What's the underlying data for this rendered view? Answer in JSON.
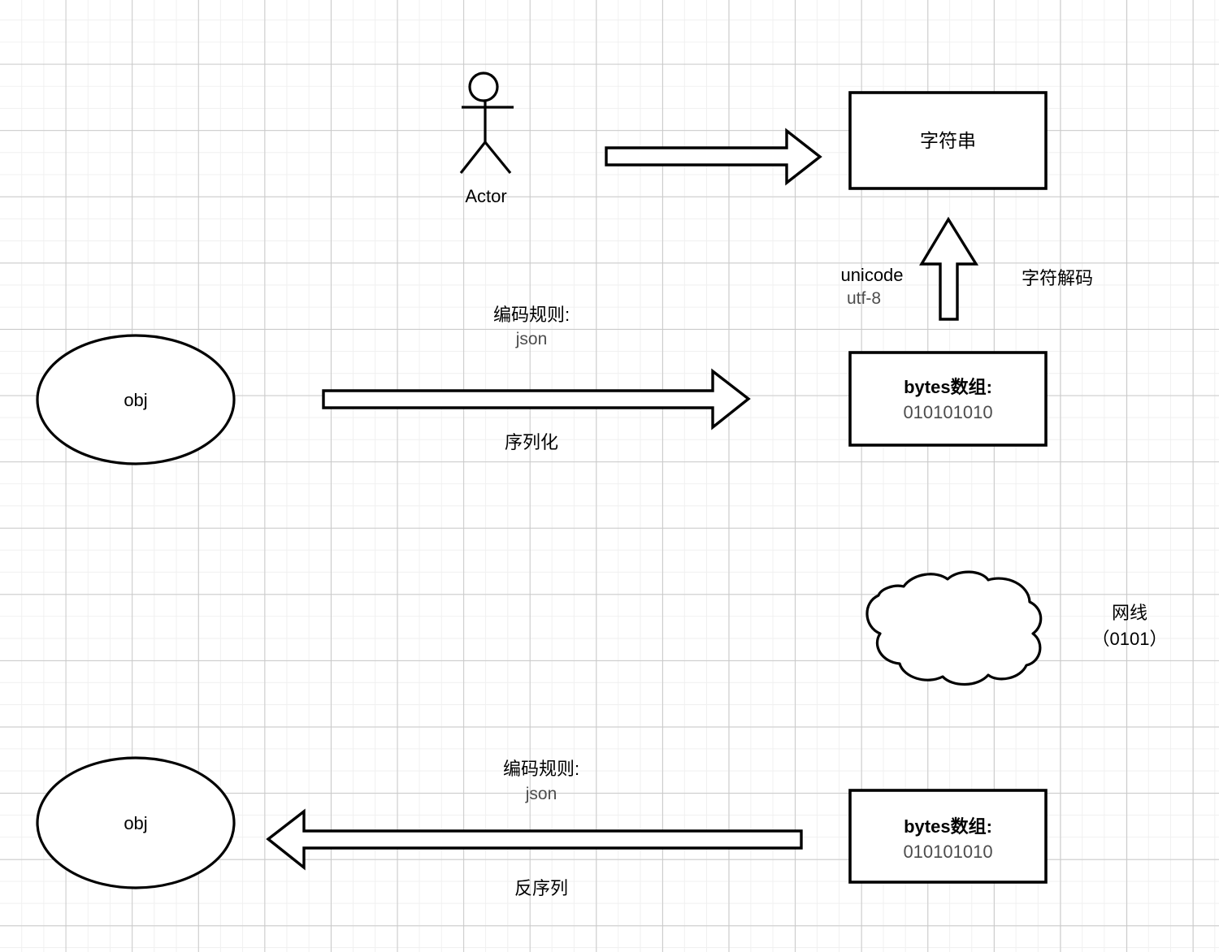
{
  "diagram": {
    "title": "serialization-and-encoding-flow",
    "background": {
      "grid_minor_color": "#f0f0f0",
      "grid_major_color": "#c9c9c9",
      "page_color": "#ffffff"
    },
    "stroke_color": "#000000",
    "muted_text_color": "#4d4d4d"
  },
  "actor": {
    "label": "Actor"
  },
  "nodes": {
    "string_box": {
      "label": "字符串"
    },
    "bytes_box_top": {
      "line1": "bytes数组:",
      "line2": "010101010"
    },
    "bytes_box_bottom": {
      "line1": "bytes数组:",
      "line2": "010101010"
    },
    "obj_top": {
      "label": "obj"
    },
    "obj_bottom": {
      "label": "obj"
    },
    "cloud": {
      "label_line1": "网线",
      "label_line2": "（0101）"
    }
  },
  "edges": {
    "actor_to_string": {
      "label": ""
    },
    "decode_up": {
      "left_label_line1": "unicode",
      "left_label_line2": "utf-8",
      "right_label": "字符解码"
    },
    "serialize": {
      "above_line1": "编码规则:",
      "above_line2": "json",
      "below": "序列化"
    },
    "deserialize": {
      "above_line1": "编码规则:",
      "above_line2": "json",
      "below": "反序列"
    }
  }
}
